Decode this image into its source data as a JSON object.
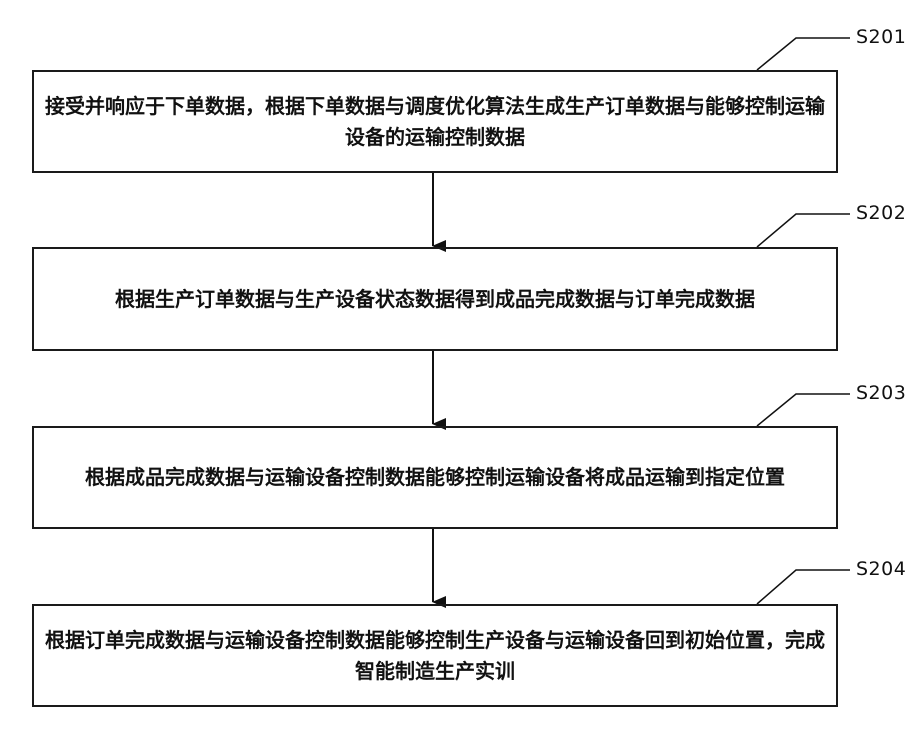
{
  "steps": [
    {
      "label": "S201",
      "text": "接受并响应于下单数据，根据下单数据与调度优化算法生成生产订单数据与能够控制运输设备的运输控制数据"
    },
    {
      "label": "S202",
      "text": "根据生产订单数据与生产设备状态数据得到成品完成数据与订单完成数据"
    },
    {
      "label": "S203",
      "text": "根据成品完成数据与运输设备控制数据能够控制运输设备将成品运输到指定位置"
    },
    {
      "label": "S204",
      "text": "根据订单完成数据与运输设备控制数据能够控制生产设备与运输设备回到初始位置，完成智能制造生产实训"
    }
  ]
}
